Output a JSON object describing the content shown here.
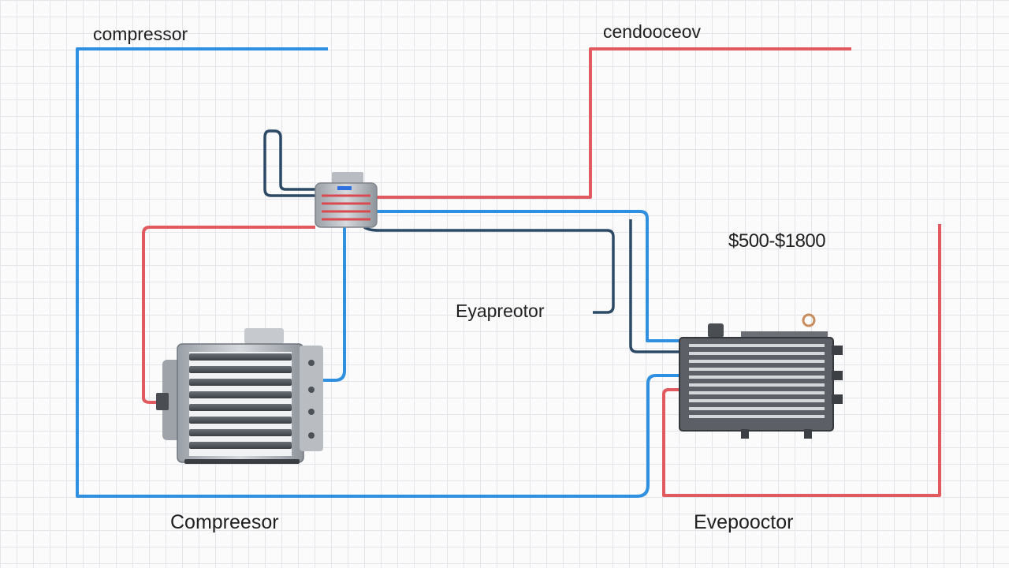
{
  "labels": {
    "top_left": "compressor",
    "top_right": "cendooceov",
    "middle": "Eyapreotor",
    "price": "$500-$1800",
    "bottom_left": "Compreesor",
    "bottom_right": "Evepooctor"
  },
  "colors": {
    "blue_line": "#2f8fe0",
    "red_line": "#e05a5f",
    "navy_line": "#2c4a66",
    "grid": "#e3e5ea",
    "background": "#fbfbfc"
  }
}
